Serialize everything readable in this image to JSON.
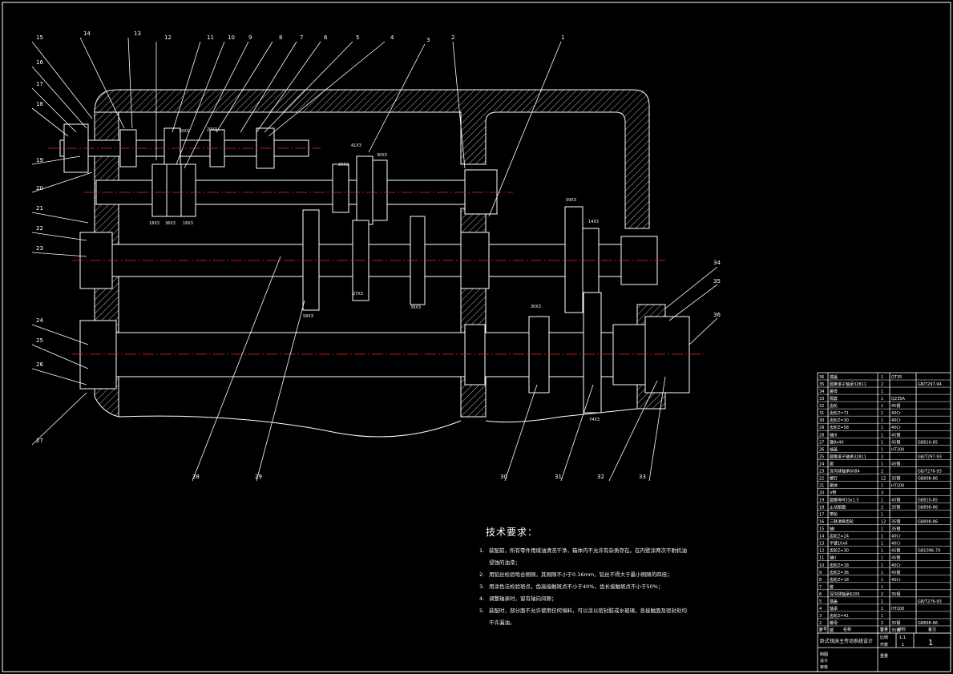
{
  "colors": {
    "background": "#000000",
    "lines": "#ffffff",
    "centerline": "#ff2020",
    "leader": "#ffffff"
  },
  "balloons": [
    "15",
    "14",
    "13",
    "12",
    "11",
    "10",
    "9",
    "8",
    "7",
    "6",
    "5",
    "4",
    "3",
    "2",
    "1",
    "16",
    "17",
    "18",
    "19",
    "20",
    "21",
    "22",
    "23",
    "24",
    "25",
    "26",
    "27",
    "28",
    "29",
    "30",
    "31",
    "32",
    "33",
    "34",
    "35",
    "36"
  ],
  "gear_labels": [
    "41X3",
    "30X3",
    "20X3",
    "20X3",
    "30X3",
    "59X3",
    "18X3",
    "36X3",
    "18X3",
    "14X3",
    "27X3",
    "39X3",
    "58X3",
    "30X3",
    "74X3"
  ],
  "tech_requirements": {
    "title": "技术要求：",
    "items": [
      {
        "n": "1.",
        "text": "装配前，所有零件用煤油清洗干净，箱体内不允许有杂质存在。在内壁涂两次不耐机油侵蚀的油漆；"
      },
      {
        "n": "2.",
        "text": "用铅丝检验啮合侧隙，其侧隙不小于0.16mm，铅丝不得大于最小侧隙的四倍；"
      },
      {
        "n": "3.",
        "text": "用涂色法检验斑点，齿高接触斑点不小于40%，齿长接触斑点不小于50%；"
      },
      {
        "n": "4.",
        "text": "调整轴承时，留有轴向间隙；"
      },
      {
        "n": "5.",
        "text": "装配时，部分面不允许使用任何填料，可以涂以密封胶或水玻璃，各接触面及密封处均不许漏油。"
      }
    ]
  },
  "title_block": {
    "name": "卧式铣床主传动系统设计",
    "scale_label": "比例",
    "scale": "1:1",
    "qty_label": "件数",
    "qty": "1",
    "sheet": "1",
    "weight_label": "重量",
    "rows_left": [
      "制图",
      "设计",
      "审核"
    ],
    "headers": [
      "序号",
      "名称",
      "数量",
      "材料",
      "备注"
    ]
  },
  "parts": [
    {
      "no": "36",
      "name": "端盖",
      "qty": "1",
      "mat": "QT35",
      "note": ""
    },
    {
      "no": "35",
      "name": "圆锥滚子轴承32811",
      "qty": "2",
      "mat": "",
      "note": "GB/T297-94"
    },
    {
      "no": "34",
      "name": "螺母",
      "qty": "1",
      "mat": "",
      "note": ""
    },
    {
      "no": "33",
      "name": "隔套",
      "qty": "1",
      "mat": "Q235A",
      "note": ""
    },
    {
      "no": "32",
      "name": "齿轮",
      "qty": "1",
      "mat": "45钢",
      "note": ""
    },
    {
      "no": "31",
      "name": "齿轮Z=71",
      "qty": "1",
      "mat": "40Cr",
      "note": ""
    },
    {
      "no": "30",
      "name": "齿轮Z=30",
      "qty": "1",
      "mat": "40Cr",
      "note": ""
    },
    {
      "no": "29",
      "name": "齿轮Z=58",
      "qty": "1",
      "mat": "40Cr",
      "note": ""
    },
    {
      "no": "28",
      "name": "轴III",
      "qty": "1",
      "mat": "45钢",
      "note": ""
    },
    {
      "no": "27",
      "name": "键8x40",
      "qty": "1",
      "mat": "45钢",
      "note": "GB810-85"
    },
    {
      "no": "26",
      "name": "端盖",
      "qty": "1",
      "mat": "HT200",
      "note": ""
    },
    {
      "no": "25",
      "name": "圆锥滚子轴承32811",
      "qty": "2",
      "mat": "",
      "note": "GB/T297-93"
    },
    {
      "no": "24",
      "name": "套",
      "qty": "1",
      "mat": "45钢",
      "note": ""
    },
    {
      "no": "23",
      "name": "深沟球轴承6084",
      "qty": "2",
      "mat": "",
      "note": "GB/T276-93"
    },
    {
      "no": "22",
      "name": "螺钉",
      "qty": "12",
      "mat": "35钢",
      "note": "GB898-86"
    },
    {
      "no": "21",
      "name": "箱体",
      "qty": "1",
      "mat": "HT200",
      "note": ""
    },
    {
      "no": "20",
      "name": "V带",
      "qty": "3",
      "mat": "",
      "note": ""
    },
    {
      "no": "19",
      "name": "圆螺母M33x1.5",
      "qty": "1",
      "mat": "45钢",
      "note": "GB810-85"
    },
    {
      "no": "18",
      "name": "止动垫圈",
      "qty": "2",
      "mat": "35钢",
      "note": "GB898-86"
    },
    {
      "no": "17",
      "name": "带轮",
      "qty": "1",
      "mat": "",
      "note": ""
    },
    {
      "no": "16",
      "name": "三联滑移齿轮",
      "qty": "12",
      "mat": "35钢",
      "note": "GB898-86"
    },
    {
      "no": "15",
      "name": "轴I",
      "qty": "1",
      "mat": "35钢",
      "note": ""
    },
    {
      "no": "14",
      "name": "齿轮Z=24",
      "qty": "1",
      "mat": "40Cr",
      "note": ""
    },
    {
      "no": "13",
      "name": "平键10x6",
      "qty": "1",
      "mat": "40Cr",
      "note": ""
    },
    {
      "no": "12",
      "name": "齿轮Z=30",
      "qty": "1",
      "mat": "45钢",
      "note": "GB1096-79"
    },
    {
      "no": "11",
      "name": "轴II",
      "qty": "1",
      "mat": "45钢",
      "note": ""
    },
    {
      "no": "10",
      "name": "齿轮Z=18",
      "qty": "1",
      "mat": "40Cr",
      "note": ""
    },
    {
      "no": "9",
      "name": "齿轮Z=36",
      "qty": "1",
      "mat": "45钢",
      "note": ""
    },
    {
      "no": "8",
      "name": "齿轮Z=18",
      "qty": "1",
      "mat": "40Cr",
      "note": ""
    },
    {
      "no": "7",
      "name": "套",
      "qty": "1",
      "mat": "",
      "note": ""
    },
    {
      "no": "6",
      "name": "深沟球轴承6205",
      "qty": "2",
      "mat": "35钢",
      "note": ""
    },
    {
      "no": "5",
      "name": "端盖",
      "qty": "1",
      "mat": "",
      "note": "GB/T276-93"
    },
    {
      "no": "4",
      "name": "轴承",
      "qty": "1",
      "mat": "HT200",
      "note": ""
    },
    {
      "no": "3",
      "name": "齿轮Z=41",
      "qty": "1",
      "mat": "",
      "note": ""
    },
    {
      "no": "2",
      "name": "螺母",
      "qty": "2",
      "mat": "35钢",
      "note": "GB898-86"
    },
    {
      "no": "1",
      "name": "键",
      "qty": "2",
      "mat": "35钢",
      "note": ""
    }
  ]
}
